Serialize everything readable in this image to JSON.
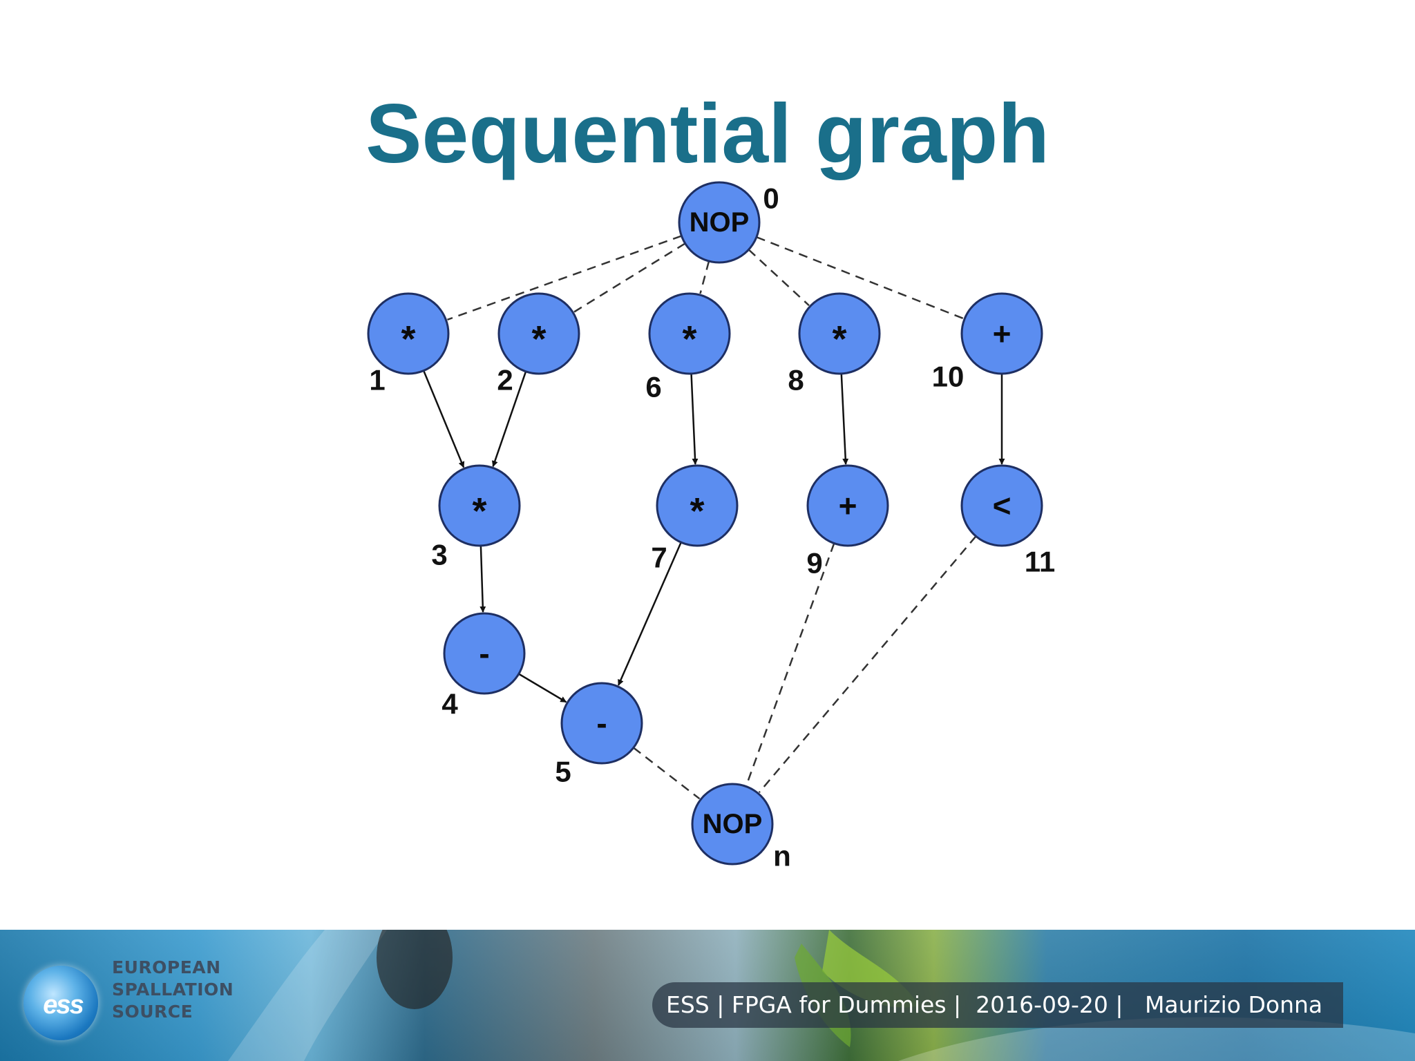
{
  "slide": {
    "title": "Sequential graph"
  },
  "graph": {
    "nodes": [
      {
        "id": "source",
        "label": "NOP",
        "number": "0"
      },
      {
        "id": "n1",
        "label": "*",
        "number": "1"
      },
      {
        "id": "n2",
        "label": "*",
        "number": "2"
      },
      {
        "id": "n6",
        "label": "*",
        "number": "6"
      },
      {
        "id": "n8",
        "label": "*",
        "number": "8"
      },
      {
        "id": "n10",
        "label": "+",
        "number": "10"
      },
      {
        "id": "n3",
        "label": "*",
        "number": "3"
      },
      {
        "id": "n7",
        "label": "*",
        "number": "7"
      },
      {
        "id": "n9",
        "label": "+",
        "number": "9"
      },
      {
        "id": "n11",
        "label": "<",
        "number": "11"
      },
      {
        "id": "n4",
        "label": "-",
        "number": "4"
      },
      {
        "id": "n5",
        "label": "-",
        "number": "5"
      },
      {
        "id": "sink",
        "label": "NOP",
        "number": "n"
      }
    ],
    "edges": [
      {
        "from": "source",
        "to": "n1",
        "style": "dashed"
      },
      {
        "from": "source",
        "to": "n2",
        "style": "dashed"
      },
      {
        "from": "source",
        "to": "n6",
        "style": "dashed"
      },
      {
        "from": "source",
        "to": "n8",
        "style": "dashed"
      },
      {
        "from": "source",
        "to": "n10",
        "style": "dashed"
      },
      {
        "from": "n1",
        "to": "n3",
        "style": "solid"
      },
      {
        "from": "n2",
        "to": "n3",
        "style": "solid"
      },
      {
        "from": "n6",
        "to": "n7",
        "style": "solid"
      },
      {
        "from": "n8",
        "to": "n9",
        "style": "solid"
      },
      {
        "from": "n10",
        "to": "n11",
        "style": "solid"
      },
      {
        "from": "n3",
        "to": "n4",
        "style": "solid"
      },
      {
        "from": "n4",
        "to": "n5",
        "style": "solid"
      },
      {
        "from": "n7",
        "to": "n5",
        "style": "solid"
      },
      {
        "from": "n5",
        "to": "sink",
        "style": "dashed"
      },
      {
        "from": "n9",
        "to": "sink",
        "style": "dashed"
      },
      {
        "from": "n11",
        "to": "sink",
        "style": "dashed"
      }
    ]
  },
  "footer": {
    "logo": {
      "mark": "ess",
      "line1": "EUROPEAN",
      "line2": "SPALLATION",
      "line3": "SOURCE"
    },
    "text": "ESS | FPGA for Dummies |  2016-09-20 |   Maurizio Donna"
  },
  "colors": {
    "title": "#1a6f8a",
    "node_fill": "#5b8df0",
    "node_stroke": "#1e2f63"
  }
}
